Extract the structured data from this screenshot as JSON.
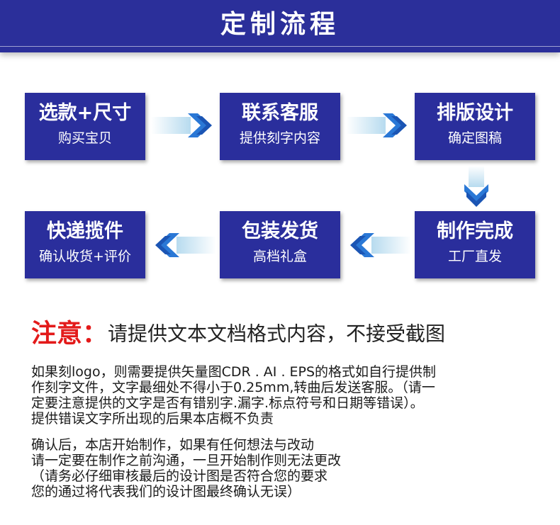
{
  "header": {
    "title": "定制流程"
  },
  "steps": [
    {
      "title": "选款+尺寸",
      "sub": "购买宝贝"
    },
    {
      "title": "联系客服",
      "sub": "提供刻字内容"
    },
    {
      "title": "排版设计",
      "sub": "确定图稿"
    },
    {
      "title": "快递揽件",
      "sub": "确认收货+评价"
    },
    {
      "title": "包装发货",
      "sub": "高档礼盒"
    },
    {
      "title": "制作完成",
      "sub": "工厂直发"
    }
  ],
  "arrows": [
    {
      "direction": "right",
      "icon": "chevron-right-icon"
    },
    {
      "direction": "right",
      "icon": "chevron-right-icon"
    },
    {
      "direction": "down",
      "icon": "chevron-down-icon"
    },
    {
      "direction": "left",
      "icon": "chevron-left-icon"
    },
    {
      "direction": "left",
      "icon": "chevron-left-icon"
    }
  ],
  "notice": {
    "label": "注意：",
    "text": "请提供文本文档格式内容，不接受截图"
  },
  "paragraph1": {
    "lines": [
      "如果刻logo，则需要提供矢量图CDR . AI . EPS的格式如自行提供制",
      "作刻字文件，文字最细处不得小于0.25mm,转曲后发送客服。（请一",
      "定要注意提供的文字是否有错别字.漏字.标点符号和日期等错误）。",
      "提供错误文字所出现的后果本店概不负责"
    ]
  },
  "paragraph2": {
    "lines": [
      "确认后，本店开始制作，如果有任何想法与改动",
      "请一定要在制作之前沟通，一旦开始制作则无法更改",
      "（请务必仔细审核最后的设计图是否符合您的要求",
      "您的通过将代表我们的设计图最终确认无误）"
    ]
  },
  "colors": {
    "header_bg": "#2b2f9a",
    "step_bg": "#2a2e9c",
    "arrow_light": "#cfe8f5",
    "arrow_dark": "#1f63c8",
    "notice_label": "#e31a1a"
  }
}
